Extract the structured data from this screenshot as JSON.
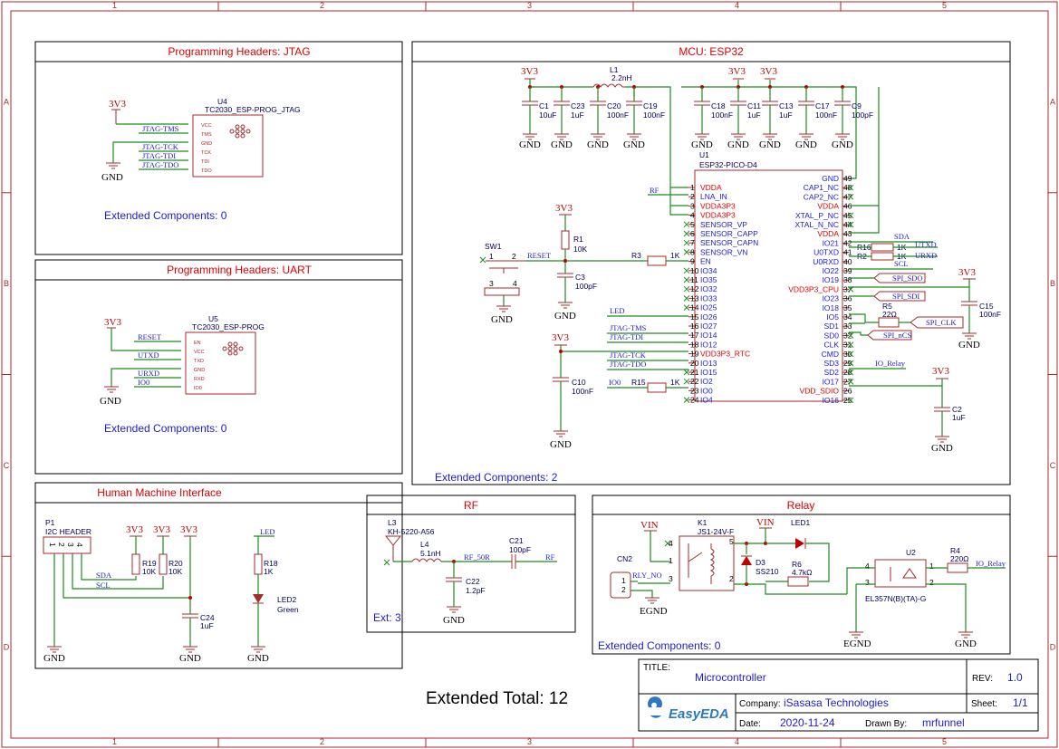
{
  "sheet": {
    "col_labels": [
      "1",
      "2",
      "3",
      "4",
      "5"
    ],
    "row_labels": [
      "A",
      "B",
      "C",
      "D"
    ]
  },
  "sections": {
    "jtag": {
      "title": "Programming Headers: JTAG",
      "ext": "Extended Components: 0"
    },
    "uart": {
      "title": "Programming Headers: UART",
      "ext": "Extended Components: 0"
    },
    "mcu": {
      "title": "MCU: ESP32",
      "ext": "Extended Components: 2"
    },
    "hmi": {
      "title": "Human Machine Interface"
    },
    "rf": {
      "title": "RF",
      "ext": "Ext: 3"
    },
    "relay": {
      "title": "Relay",
      "ext": "Extended Components: 0"
    }
  },
  "extended_total": "Extended Total: 12",
  "labels": {
    "power_3v3": "3V3",
    "gnd": "GND",
    "egnd": "EGND",
    "vin": "VIN"
  },
  "jtag": {
    "ref": "U4",
    "part": "TC2030_ESP-PROG_JTAG",
    "pins": [
      "VCC",
      "TMS",
      "GND",
      "TCK",
      "TDI",
      "TDO"
    ],
    "nets": [
      "JTAG-TMS",
      "JTAG-TCK",
      "JTAG-TDI",
      "JTAG-TDO"
    ]
  },
  "uart": {
    "ref": "U5",
    "part": "TC2030_ESP-PROG",
    "pins": [
      "EN",
      "VCC",
      "TXD",
      "GND",
      "RXD",
      "IO0"
    ],
    "nets": [
      "RESET",
      "UTXD",
      "URXD",
      "IO0"
    ]
  },
  "mcu": {
    "ref": "U1",
    "part": "ESP32-PICO-D4",
    "left_pins": [
      {
        "n": "1",
        "name": "VDDA",
        "red": true
      },
      {
        "n": "2",
        "name": "LNA_IN",
        "red": false
      },
      {
        "n": "3",
        "name": "VDDA3P3",
        "red": true
      },
      {
        "n": "4",
        "name": "VDDA3P3",
        "red": true
      },
      {
        "n": "5",
        "name": "SENSOR_VP",
        "red": false
      },
      {
        "n": "6",
        "name": "SENSOR_CAPP",
        "red": false
      },
      {
        "n": "7",
        "name": "SENSOR_CAPN",
        "red": false
      },
      {
        "n": "8",
        "name": "SENSOR_VN",
        "red": false
      },
      {
        "n": "9",
        "name": "EN",
        "red": false
      },
      {
        "n": "10",
        "name": "IO34",
        "red": false
      },
      {
        "n": "11",
        "name": "IO35",
        "red": false
      },
      {
        "n": "12",
        "name": "IO32",
        "red": false
      },
      {
        "n": "13",
        "name": "IO33",
        "red": false
      },
      {
        "n": "14",
        "name": "IO25",
        "red": false
      },
      {
        "n": "15",
        "name": "IO26",
        "red": false
      },
      {
        "n": "16",
        "name": "IO27",
        "red": false
      },
      {
        "n": "17",
        "name": "IO14",
        "red": false
      },
      {
        "n": "18",
        "name": "IO12",
        "red": false
      },
      {
        "n": "19",
        "name": "VDD3P3_RTC",
        "red": true
      },
      {
        "n": "20",
        "name": "IO13",
        "red": false
      },
      {
        "n": "21",
        "name": "IO15",
        "red": false
      },
      {
        "n": "22",
        "name": "IO2",
        "red": false
      },
      {
        "n": "23",
        "name": "IO0",
        "red": false
      },
      {
        "n": "24",
        "name": "IO4",
        "red": false
      }
    ],
    "right_pins": [
      {
        "n": "49",
        "name": "GND",
        "red": false
      },
      {
        "n": "48",
        "name": "CAP1_NC",
        "red": false
      },
      {
        "n": "47",
        "name": "CAP2_NC",
        "red": false
      },
      {
        "n": "46",
        "name": "VDDA",
        "red": true
      },
      {
        "n": "45",
        "name": "XTAL_P_NC",
        "red": false
      },
      {
        "n": "44",
        "name": "XTAL_N_NC",
        "red": false
      },
      {
        "n": "43",
        "name": "VDDA",
        "red": true
      },
      {
        "n": "42",
        "name": "IO21",
        "red": false
      },
      {
        "n": "41",
        "name": "U0TXD",
        "red": false
      },
      {
        "n": "40",
        "name": "U0RXD",
        "red": false
      },
      {
        "n": "39",
        "name": "IO22",
        "red": false
      },
      {
        "n": "38",
        "name": "IO19",
        "red": false
      },
      {
        "n": "37",
        "name": "VDD3P3_CPU",
        "red": true
      },
      {
        "n": "36",
        "name": "IO23",
        "red": false
      },
      {
        "n": "35",
        "name": "IO18",
        "red": false
      },
      {
        "n": "34",
        "name": "IO5",
        "red": false
      },
      {
        "n": "33",
        "name": "SD1",
        "red": false
      },
      {
        "n": "32",
        "name": "SD0",
        "red": false
      },
      {
        "n": "31",
        "name": "CLK",
        "red": false
      },
      {
        "n": "30",
        "name": "CMD",
        "red": false
      },
      {
        "n": "29",
        "name": "SD3",
        "red": false
      },
      {
        "n": "28",
        "name": "SD2",
        "red": false
      },
      {
        "n": "27",
        "name": "IO17",
        "red": false
      },
      {
        "n": "26",
        "name": "VDD_SDIO",
        "red": true
      },
      {
        "n": "25",
        "name": "IO16",
        "red": false
      }
    ],
    "nets": {
      "rf": "RF",
      "reset": "RESET",
      "led": "LED",
      "jtag_tms": "JTAG-TMS",
      "jtag_tdi": "JTAG-TDI",
      "jtag_tck": "JTAG-TCK",
      "jtag_tdo": "JTAG-TDO",
      "io0": "IO0",
      "sda": "SDA",
      "scl": "SCL",
      "utxd": "UTXD",
      "urxd": "URXD",
      "spi_sdo": "SPI_SDO",
      "spi_sdi": "SPI_SDI",
      "spi_clk": "SPI_CLK",
      "spi_ncs": "SPI_nCS",
      "io_relay": "IO_Relay"
    },
    "caps_top": [
      {
        "ref": "C1",
        "val": "10uF"
      },
      {
        "ref": "C23",
        "val": "1uF"
      },
      {
        "ref": "C20",
        "val": "100nF"
      },
      {
        "ref": "C19",
        "val": "100nF"
      },
      {
        "ref": "C18",
        "val": "100nF"
      },
      {
        "ref": "C11",
        "val": "1uF"
      },
      {
        "ref": "C13",
        "val": "1uF"
      },
      {
        "ref": "C17",
        "val": "100nF"
      },
      {
        "ref": "C9",
        "val": "100pF"
      }
    ],
    "l1": {
      "ref": "L1",
      "val": "2.2nH"
    },
    "sw1": "SW1",
    "r1": {
      "ref": "R1",
      "val": "10K"
    },
    "c3": {
      "ref": "C3",
      "val": "100pF"
    },
    "r3": {
      "ref": "R3",
      "val": "1K"
    },
    "c10": {
      "ref": "C10",
      "val": "100nF"
    },
    "r15": {
      "ref": "R15",
      "val": "1K"
    },
    "r16": {
      "ref": "R16",
      "val": "1K"
    },
    "r2": {
      "ref": "R2",
      "val": "1K"
    },
    "r5": {
      "ref": "R5",
      "val": "22Ω"
    },
    "c15": {
      "ref": "C15",
      "val": "100nF"
    },
    "c2": {
      "ref": "C2",
      "val": "1uF"
    }
  },
  "hmi": {
    "p1": {
      "ref": "P1",
      "part": "I2C HEADER",
      "pins": [
        "1",
        "2",
        "3",
        "4"
      ]
    },
    "r19": {
      "ref": "R19",
      "val": "10K"
    },
    "r20": {
      "ref": "R20",
      "val": "10K"
    },
    "c24": {
      "ref": "C24",
      "val": "1uF"
    },
    "r18": {
      "ref": "R18",
      "val": "1K"
    },
    "led2": {
      "ref": "LED2",
      "val": "Green"
    },
    "nets": {
      "sda": "SDA",
      "scl": "SCL",
      "led": "LED"
    }
  },
  "rf": {
    "l3": {
      "ref": "L3",
      "part": "KH-5220-A56"
    },
    "l4": {
      "ref": "L4",
      "val": "5.1nH"
    },
    "net_rf50": "RF_50R",
    "c21": {
      "ref": "C21",
      "val": "100pF"
    },
    "c22": {
      "ref": "C22",
      "val": "1.2pF"
    },
    "net_rf": "RF"
  },
  "relay": {
    "k1": {
      "ref": "K1",
      "part": "JS1-24V-F"
    },
    "cn2": "CN2",
    "net_rly": "RLY_NO",
    "d3": {
      "ref": "D3",
      "val": "SS210"
    },
    "led1": "LED1",
    "r6": {
      "ref": "R6",
      "val": "4.7kΩ"
    },
    "u2": {
      "ref": "U2",
      "part": "EL357N(B)(TA)-G"
    },
    "r4": {
      "ref": "R4",
      "val": "220Ω"
    },
    "net_io": "IO_Relay"
  },
  "title_block": {
    "title_label": "TITLE:",
    "title": "Microcontroller",
    "rev_label": "REV:",
    "rev": "1.0",
    "company_label": "Company:",
    "company": "iSasasa Technologies",
    "sheet_label": "Sheet:",
    "sheet": "1/1",
    "date_label": "Date:",
    "date": "2020-11-24",
    "drawn_label": "Drawn By:",
    "drawn": "mrfunnel",
    "logo": "EasyEDA"
  }
}
